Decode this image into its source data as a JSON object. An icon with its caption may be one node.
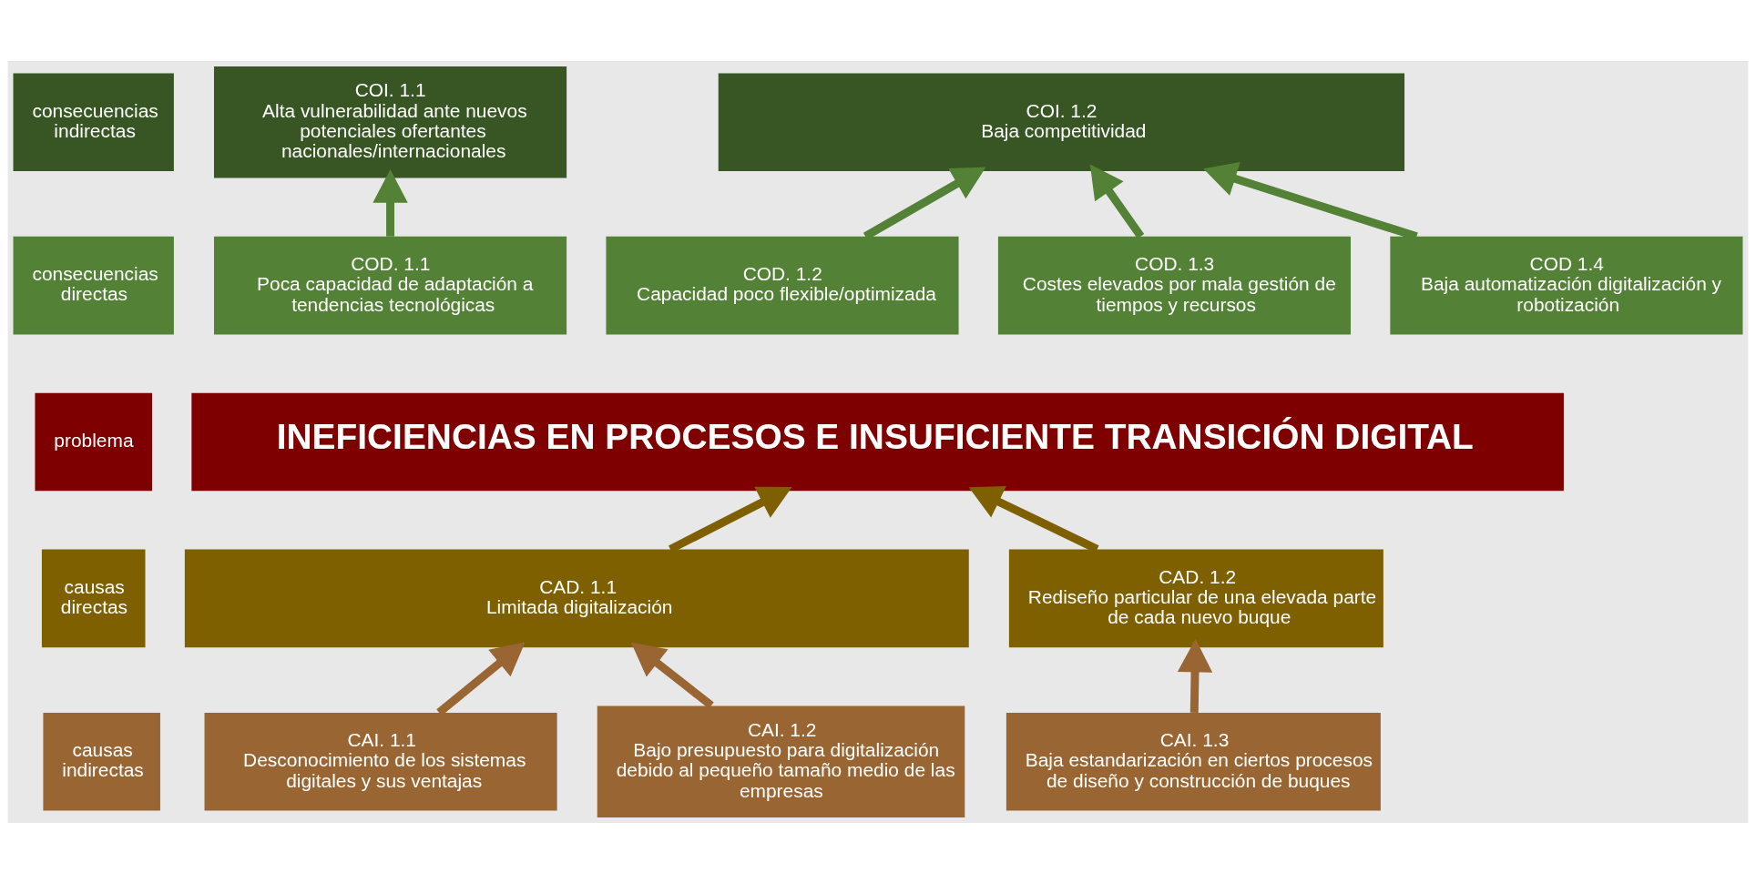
{
  "diagram": {
    "nodes": [
      {
        "text": [
          "consecuencias indirectas"
        ]
      },
      {
        "text": [
          "COI. 1.1",
          "Alta vulnerabilidad ante nuevos potenciales ofertantes nacionales/internacionales"
        ]
      },
      {
        "text": [
          "COI. 1.2",
          "Baja competitividad"
        ]
      },
      {
        "text": [
          "consecuencias directas"
        ]
      },
      {
        "text": [
          "COD. 1.1",
          "Poca capacidad de adaptación a tendencias tecnológicas"
        ]
      },
      {
        "text": [
          "COD. 1.2",
          "Capacidad poco flexible/optimizada"
        ]
      },
      {
        "text": [
          "COD. 1.3",
          "Costes elevados por mala gestión de tiempos y recursos"
        ]
      },
      {
        "text": [
          "COD 1.4",
          "Baja automatización digitalización y robotización"
        ]
      },
      {
        "text": [
          "problema"
        ]
      },
      {
        "text": [
          "INEFICIENCIAS EN PROCESOS E INSUFICIENTE TRANSICIÓN DIGITAL"
        ]
      },
      {
        "text": [
          "causas directas"
        ]
      },
      {
        "text": [
          "CAD. 1.1",
          "Limitada digitalización"
        ]
      },
      {
        "text": [
          "CAD. 1.2",
          "Rediseño particular de una elevada parte de cada nuevo buque"
        ]
      },
      {
        "text": [
          "causas indirectas"
        ]
      },
      {
        "text": [
          "CAI. 1.1",
          "Desconocimiento de los sistemas digitales y sus ventajas"
        ]
      },
      {
        "text": [
          "CAI. 1.2",
          "Bajo presupuesto para digitalización debido al pequeño tamaño medio de las empresas"
        ]
      },
      {
        "text": [
          "CAI. 1.3",
          "Baja estandarización en ciertos procesos de diseño y construcción de buques"
        ]
      }
    ],
    "edges": [
      {
        "from": 4,
        "to": 1,
        "arrow": "to",
        "color": "#538135"
      },
      {
        "from": 5,
        "to": 2,
        "arrow": "to",
        "color": "#538135"
      },
      {
        "from": 6,
        "to": 2,
        "arrow": "to",
        "color": "#538135"
      },
      {
        "from": 7,
        "to": 2,
        "arrow": "to",
        "color": "#538135"
      },
      {
        "from": 11,
        "to": 9,
        "arrow": "to",
        "color": "#7f6000"
      },
      {
        "from": 12,
        "to": 9,
        "arrow": "to",
        "color": "#7f6000"
      },
      {
        "from": 14,
        "to": 11,
        "arrow": "to",
        "color": "#996633"
      },
      {
        "from": 15,
        "to": 11,
        "arrow": "to",
        "color": "#996633"
      },
      {
        "from": 16,
        "to": 12,
        "arrow": "to",
        "color": "#996633"
      }
    ]
  }
}
